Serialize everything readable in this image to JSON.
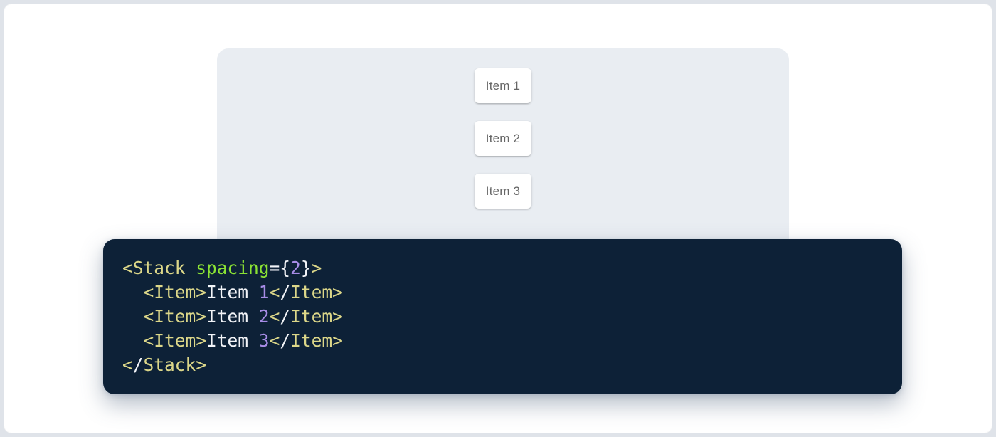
{
  "page": {
    "background": "#dfe3e9",
    "surface_color": "#ffffff"
  },
  "demo": {
    "panel_color": "#e9edf2",
    "item_card_color": "#ffffff",
    "item_text_color": "#666666",
    "items": [
      {
        "label": "Item 1"
      },
      {
        "label": "Item 2"
      },
      {
        "label": "Item 3"
      }
    ]
  },
  "code": {
    "background": "#0d2137",
    "syntax_colors": {
      "tag": "#dcd789",
      "attr": "#8ae234",
      "num": "#a78ce6",
      "punct": "#f2f4f8",
      "plain": "#f2f4f8"
    },
    "lines": [
      [
        {
          "c": "tag",
          "t": "<Stack "
        },
        {
          "c": "attr",
          "t": "spacing"
        },
        {
          "c": "punct",
          "t": "={"
        },
        {
          "c": "num",
          "t": "2"
        },
        {
          "c": "punct",
          "t": "}"
        },
        {
          "c": "tag",
          "t": ">"
        }
      ],
      [
        {
          "c": "plain",
          "t": "  "
        },
        {
          "c": "tag",
          "t": "<Item>"
        },
        {
          "c": "plain",
          "t": "Item "
        },
        {
          "c": "num",
          "t": "1"
        },
        {
          "c": "tag",
          "t": "<"
        },
        {
          "c": "punct",
          "t": "/"
        },
        {
          "c": "tag",
          "t": "Item>"
        }
      ],
      [
        {
          "c": "plain",
          "t": "  "
        },
        {
          "c": "tag",
          "t": "<Item>"
        },
        {
          "c": "plain",
          "t": "Item "
        },
        {
          "c": "num",
          "t": "2"
        },
        {
          "c": "tag",
          "t": "<"
        },
        {
          "c": "punct",
          "t": "/"
        },
        {
          "c": "tag",
          "t": "Item>"
        }
      ],
      [
        {
          "c": "plain",
          "t": "  "
        },
        {
          "c": "tag",
          "t": "<Item>"
        },
        {
          "c": "plain",
          "t": "Item "
        },
        {
          "c": "num",
          "t": "3"
        },
        {
          "c": "tag",
          "t": "<"
        },
        {
          "c": "punct",
          "t": "/"
        },
        {
          "c": "tag",
          "t": "Item>"
        }
      ],
      [
        {
          "c": "tag",
          "t": "<"
        },
        {
          "c": "punct",
          "t": "/"
        },
        {
          "c": "tag",
          "t": "Stack>"
        }
      ]
    ]
  }
}
